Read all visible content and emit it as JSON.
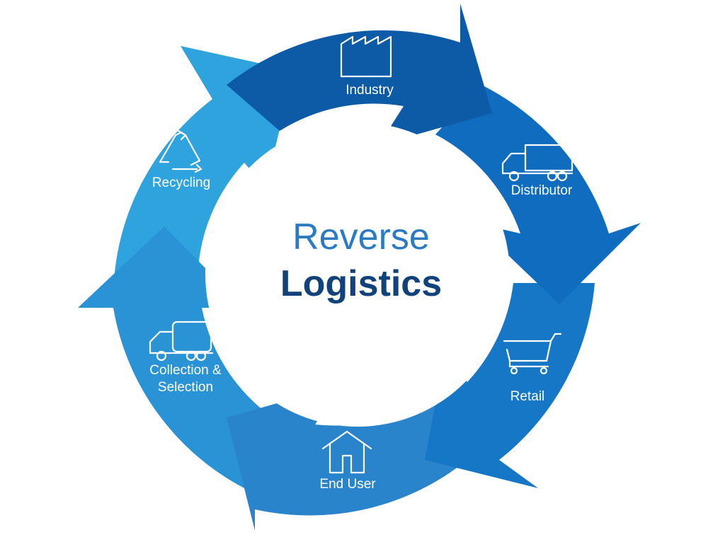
{
  "title": {
    "line1": "Reverse",
    "line2": "Logistics"
  },
  "stages": [
    {
      "label": "Industry",
      "icon": "factory-icon",
      "color": "#0d5aa7"
    },
    {
      "label": "Distributor",
      "icon": "truck-icon",
      "color": "#0f6cbf"
    },
    {
      "label": "Retail",
      "icon": "shopping-cart-icon",
      "color": "#1577c6"
    },
    {
      "label": "End User",
      "icon": "house-icon",
      "color": "#2a84cc"
    },
    {
      "label": "Collection &",
      "label2": "Selection",
      "icon": "collection-truck-icon",
      "color": "#2a93d6"
    },
    {
      "label": "Recycling",
      "icon": "recycle-icon",
      "color": "#2ea3de"
    }
  ],
  "colors": {
    "inner": "#ffffff",
    "title_light": "#2b7bc4",
    "title_dark": "#12427c"
  }
}
